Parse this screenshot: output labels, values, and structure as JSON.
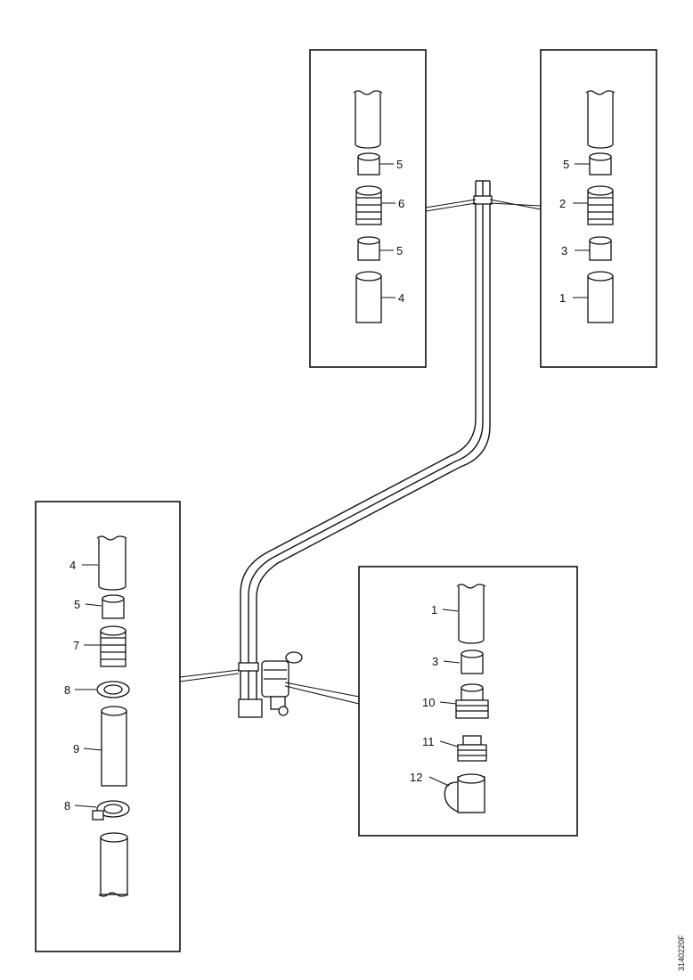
{
  "figure_code": "3140220F",
  "callouts": {
    "top_left": [
      {
        "id": "tl-5a",
        "text": "5"
      },
      {
        "id": "tl-6",
        "text": "6"
      },
      {
        "id": "tl-5b",
        "text": "5"
      },
      {
        "id": "tl-4",
        "text": "4"
      }
    ],
    "top_right": [
      {
        "id": "tr-5",
        "text": "5"
      },
      {
        "id": "tr-2",
        "text": "2"
      },
      {
        "id": "tr-3",
        "text": "3"
      },
      {
        "id": "tr-1",
        "text": "1"
      }
    ],
    "left": [
      {
        "id": "l-4",
        "text": "4"
      },
      {
        "id": "l-5",
        "text": "5"
      },
      {
        "id": "l-7",
        "text": "7"
      },
      {
        "id": "l-8a",
        "text": "8"
      },
      {
        "id": "l-9",
        "text": "9"
      },
      {
        "id": "l-8b",
        "text": "8"
      }
    ],
    "right": [
      {
        "id": "r-1",
        "text": "1"
      },
      {
        "id": "r-3",
        "text": "3"
      },
      {
        "id": "r-10",
        "text": "10"
      },
      {
        "id": "r-11",
        "text": "11"
      },
      {
        "id": "r-12",
        "text": "12"
      }
    ]
  }
}
